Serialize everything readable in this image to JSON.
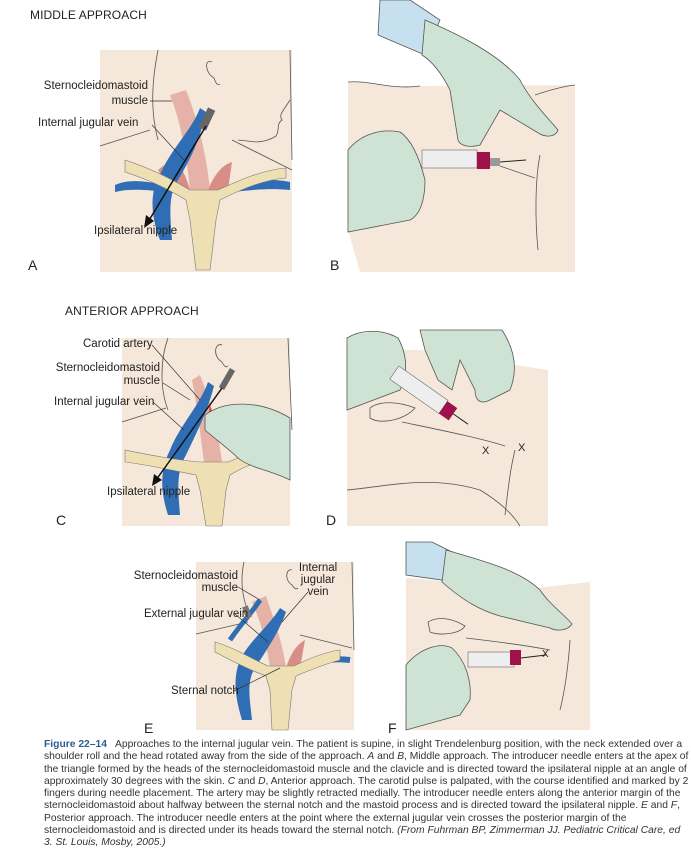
{
  "sections": {
    "middle": {
      "title": "MIDDLE APPROACH"
    },
    "anterior": {
      "title": "ANTERIOR APPROACH"
    }
  },
  "panels": {
    "A": {
      "letter": "A",
      "labels": {
        "scm": "Sternocleidomastoid\nmuscle",
        "scm_1": "Sternocleidomastoid",
        "scm_2": "muscle",
        "ijv": "Internal jugular vein",
        "nipple": "Ipsilateral nipple"
      }
    },
    "B": {
      "letter": "B"
    },
    "C": {
      "letter": "C",
      "labels": {
        "carotid": "Carotid artery",
        "scm_1": "Sternocleidomastoid",
        "scm_2": "muscle",
        "ijv": "Internal jugular vein",
        "nipple": "Ipsilateral nipple"
      }
    },
    "D": {
      "letter": "D",
      "marks": [
        "X",
        "X"
      ]
    },
    "E": {
      "letter": "E",
      "labels": {
        "scm_1": "Sternocleidomastoid",
        "scm_2": "muscle",
        "ijv_1": "Internal",
        "ijv_2": "jugular",
        "ijv_3": "vein",
        "ejv": "External jugular vein",
        "notch": "Sternal notch"
      }
    },
    "F": {
      "letter": "F",
      "marks": [
        "X"
      ]
    }
  },
  "colors": {
    "skin": "#f5e8da",
    "vein": "#2f6db5",
    "muscle": "#e2a29a",
    "bone": "#efe0b4",
    "glove": "#cfe3d4",
    "sleeve": "#c7e0ef",
    "syringe_hub": "#a0104a",
    "caption_label": "#2b5d8f"
  },
  "caption": {
    "figure_label": "Figure 22–14",
    "p1": "Approaches to the internal jugular vein. The patient is supine, in slight Trendelenburg position, with the neck extended over a shoulder roll and the head rotated away from the side of the approach. ",
    "a": "A",
    "and1": " and ",
    "b": "B",
    "p2": ", Middle approach. The introducer needle enters at the apex of the triangle formed by the heads of the sternocleidomastoid muscle and the clavicle and is directed toward the ipsilateral nipple at an angle of approximately 30 degrees with the skin. ",
    "c": "C",
    "and2": " and ",
    "d": "D",
    "p3": ", Anterior approach. The carotid pulse is palpated, with the course identified and marked by 2 fingers during needle placement. The artery may be slightly retracted medially. The introducer needle enters along the anterior margin of the sternocleidomastoid about halfway between the sternal notch and the mastoid process and is directed toward the ipsilateral nipple. ",
    "e": "E",
    "and3": " and ",
    "f": "F",
    "p4": ", Posterior approach. The introducer needle enters at the point where the external jugular vein crosses the posterior margin of the sternocleidomastoid and is directed under its heads toward the sternal notch.  ",
    "source": "(From Fuhrman BP, Zimmerman JJ. Pediatric Critical Care, ed 3. St. Louis, Mosby, 2005.)"
  }
}
